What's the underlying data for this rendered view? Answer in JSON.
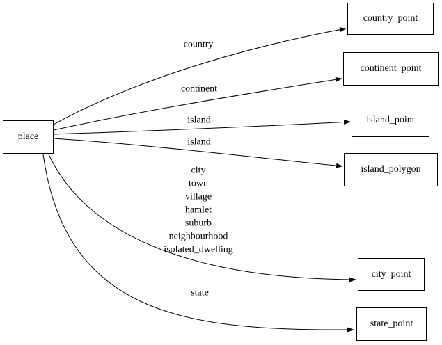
{
  "diagram": {
    "type": "directed-graph",
    "colors": {
      "background": "#ffffff",
      "node_border": "#000000",
      "edge": "#000000",
      "text": "#000000"
    },
    "nodes": [
      {
        "id": "place",
        "label": "place"
      },
      {
        "id": "country_point",
        "label": "country_point"
      },
      {
        "id": "continent_point",
        "label": "continent_point"
      },
      {
        "id": "island_point",
        "label": "island_point"
      },
      {
        "id": "island_polygon",
        "label": "island_polygon"
      },
      {
        "id": "city_point",
        "label": "city_point"
      },
      {
        "id": "state_point",
        "label": "state_point"
      }
    ],
    "edges": [
      {
        "from": "place",
        "to": "country_point",
        "label": "country"
      },
      {
        "from": "place",
        "to": "continent_point",
        "label": "continent"
      },
      {
        "from": "place",
        "to": "island_point",
        "label": "island"
      },
      {
        "from": "place",
        "to": "island_polygon",
        "label": "island"
      },
      {
        "from": "place",
        "to": "city_point",
        "label": "city\ntown\nvillage\nhamlet\nsuburb\nneighbourhood\nisolated_dwelling"
      },
      {
        "from": "place",
        "to": "state_point",
        "label": "state"
      }
    ]
  }
}
